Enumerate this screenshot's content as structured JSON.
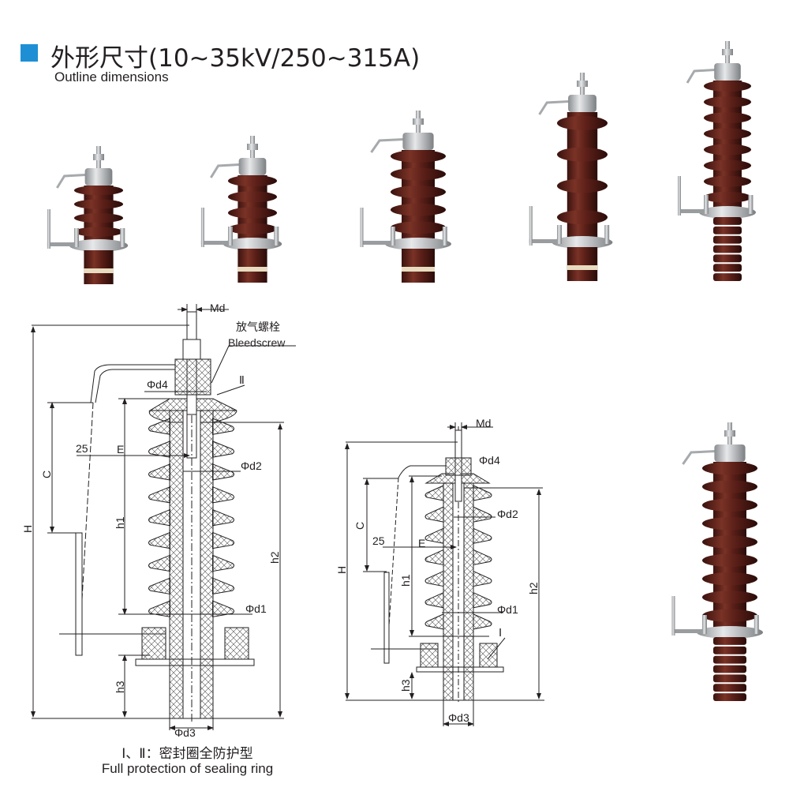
{
  "header": {
    "title": "外形尺寸(10~35kV/250~315A)",
    "subtitle": "Outline dimensions",
    "accent_color": "#1e8fd5"
  },
  "photos": [
    {
      "name": "arrester-photo-1",
      "sheds": 4
    },
    {
      "name": "arrester-photo-2",
      "sheds": 4
    },
    {
      "name": "arrester-photo-3",
      "sheds": 5
    },
    {
      "name": "arrester-photo-4",
      "sheds": 4
    },
    {
      "name": "arrester-photo-5",
      "sheds": 8
    },
    {
      "name": "arrester-photo-6",
      "sheds": 9
    }
  ],
  "drawing_large": {
    "md": "Md",
    "bleedscrew_cn": "放气螺栓",
    "bleedscrew_en": "Bleedscrew",
    "d4": "Φd4",
    "mark_ii": "Ⅱ",
    "dim_25": "25",
    "e": "E",
    "c": "C",
    "d2": "Φd2",
    "h": "H",
    "h1": "h1",
    "h2": "h2",
    "d1": "Φd1",
    "h3": "h3",
    "d3": "Φd3"
  },
  "drawing_small": {
    "md": "Md",
    "d4": "Φd4",
    "d2": "Φd2",
    "c": "C",
    "dim_25": "25",
    "e": "E",
    "h": "H",
    "h1": "h1",
    "h2": "h2",
    "d1": "Φd1",
    "mark_i": "Ⅰ",
    "h3": "h3",
    "d3": "Φd3"
  },
  "caption": {
    "cn": "Ⅰ、Ⅱ：密封圈全防护型",
    "en": "Full protection of sealing ring"
  },
  "colors": {
    "porcelain": "#5a1f18",
    "metal": "#b9bcc0"
  }
}
